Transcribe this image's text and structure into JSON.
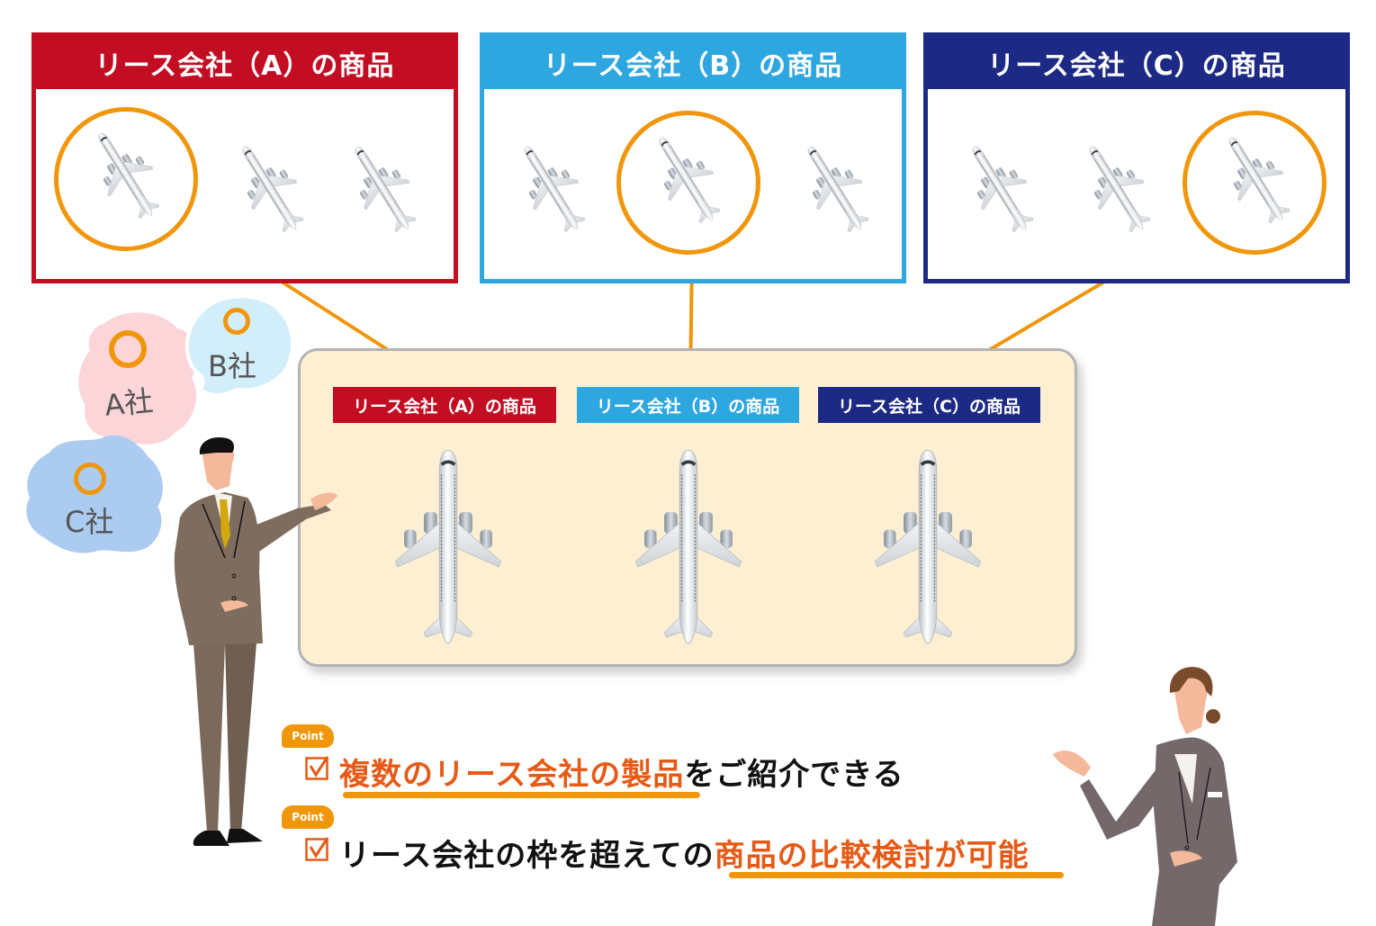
{
  "colors": {
    "company_a": "#c30d23",
    "company_b": "#2ea7e0",
    "company_c": "#1d2a85",
    "highlight": "#f0960a",
    "panel_bg": "#fdefd1",
    "accent_text": "#e55a16"
  },
  "companies": [
    {
      "key": "a",
      "title": "リース会社（A）の商品",
      "tag": "リース会社（A）の商品",
      "selected_index": 0
    },
    {
      "key": "b",
      "title": "リース会社（B）の商品",
      "tag": "リース会社（B）の商品",
      "selected_index": 1
    },
    {
      "key": "c",
      "title": "リース会社（C）の商品",
      "tag": "リース会社（C）の商品",
      "selected_index": 2
    }
  ],
  "bubbles": [
    {
      "label": "A社",
      "mark": "◯"
    },
    {
      "label": "B社",
      "mark": "◯"
    },
    {
      "label": "C社",
      "mark": "◯"
    }
  ],
  "points": [
    {
      "badge": "Point",
      "highlight": "複数のリース会社の製品",
      "rest": "をご紹介できる"
    },
    {
      "badge": "Point",
      "lead": "リース会社の枠を超えての",
      "highlight": "商品の比較検討が可能"
    }
  ],
  "icons": {
    "plane": "airplane-icon",
    "check": "checkbox-checked-icon",
    "man": "businessman-illustration",
    "woman": "businesswoman-illustration"
  }
}
